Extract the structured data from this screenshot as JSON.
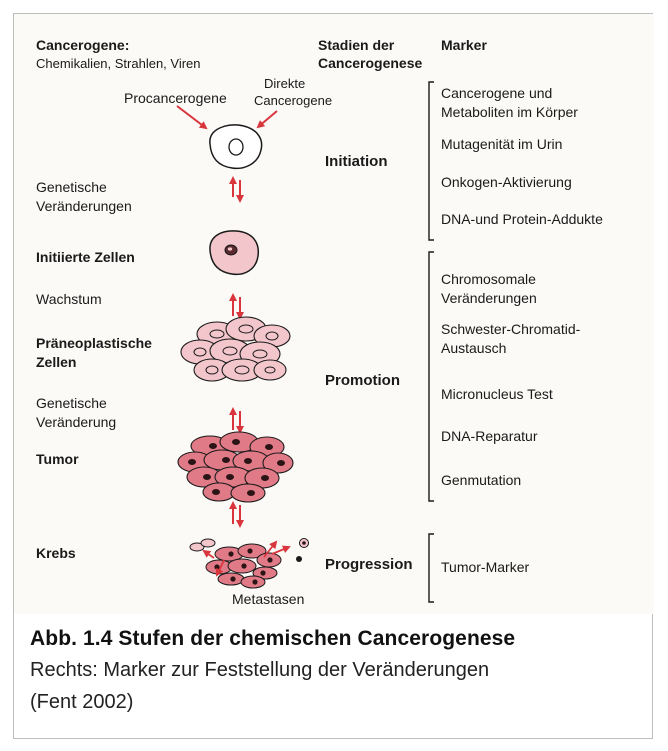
{
  "figure": {
    "left_column": {
      "cancerogene_title": "Cancerogene:",
      "cancerogene_sub": "Chemikalien, Strahlen, Viren",
      "procancerogene": "Procancerogene",
      "direkte_line1": "Direkte",
      "direkte_line2": "Cancerogene",
      "genetische1_line1": "Genetische",
      "genetische1_line2": "Veränderungen",
      "initiierte": "Initiierte Zellen",
      "wachstum": "Wachstum",
      "praeneo_line1": "Präneoplastische",
      "praeneo_line2": "Zellen",
      "genetische2_line1": "Genetische",
      "genetische2_line2": "Veränderung",
      "tumor": "Tumor",
      "krebs": "Krebs",
      "metastasen": "Metastasen"
    },
    "middle_column": {
      "header_line1": "Stadien der",
      "header_line2": "Cancerogenese",
      "initiation": "Initiation",
      "promotion": "Promotion",
      "progression": "Progression"
    },
    "right_column": {
      "header": "Marker",
      "initiation_markers": [
        [
          "Cancerogene und",
          "Metaboliten im Körper"
        ],
        [
          "Mutagenität im Urin"
        ],
        [
          "Onkogen-Aktivierung"
        ],
        [
          "DNA-und Protein-Addukte"
        ]
      ],
      "promotion_markers": [
        [
          "Chromosomale",
          "Veränderungen"
        ],
        [
          "Schwester-Chromatid-",
          "Austausch"
        ],
        [
          "Micronucleus Test"
        ],
        [
          "DNA-Reparatur"
        ],
        [
          "Genmutation"
        ]
      ],
      "progression_markers": [
        [
          "Tumor-Marker"
        ]
      ]
    },
    "colors": {
      "cell_fill": "#f3c6cc",
      "tumor_fill": "#e07a86",
      "arrow_red": "#d9353d",
      "nucleus": "#5a2a2e",
      "background": "#fbfaf7"
    }
  },
  "caption": {
    "title": "Abb. 1.4 Stufen der chemischen Cancerogenese",
    "line1": "Rechts: Marker zur Feststellung der Veränderungen",
    "line2": "(Fent 2002)"
  }
}
